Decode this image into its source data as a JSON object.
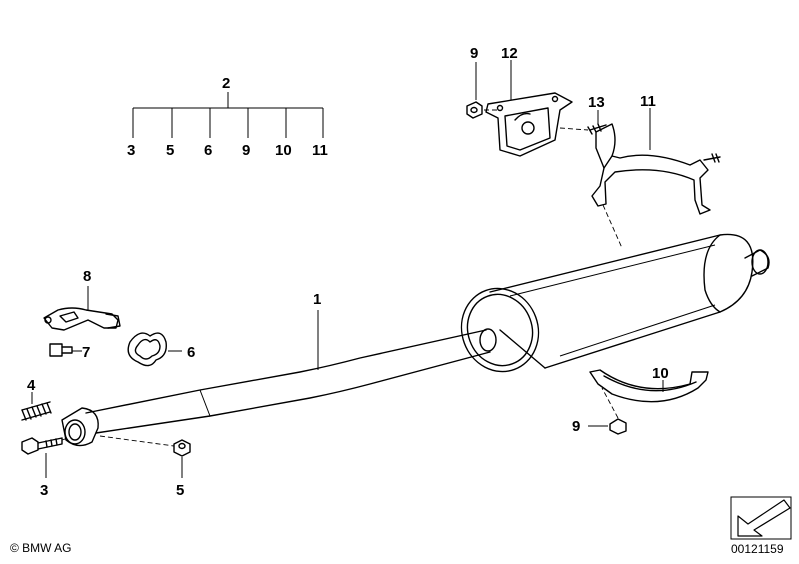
{
  "callouts": {
    "c1": "1",
    "c2": "2",
    "c3_tree": "3",
    "c5_tree": "5",
    "c6_tree": "6",
    "c9_tree": "9",
    "c10_tree": "10",
    "c11_tree": "11",
    "c3": "3",
    "c4": "4",
    "c5": "5",
    "c6": "6",
    "c7": "7",
    "c8": "8",
    "c9_top": "9",
    "c9_bottom": "9",
    "c10": "10",
    "c11": "11",
    "c12": "12",
    "c13": "13"
  },
  "footer": {
    "copyright": "© BMW AG",
    "diagram_number": "00121159"
  }
}
